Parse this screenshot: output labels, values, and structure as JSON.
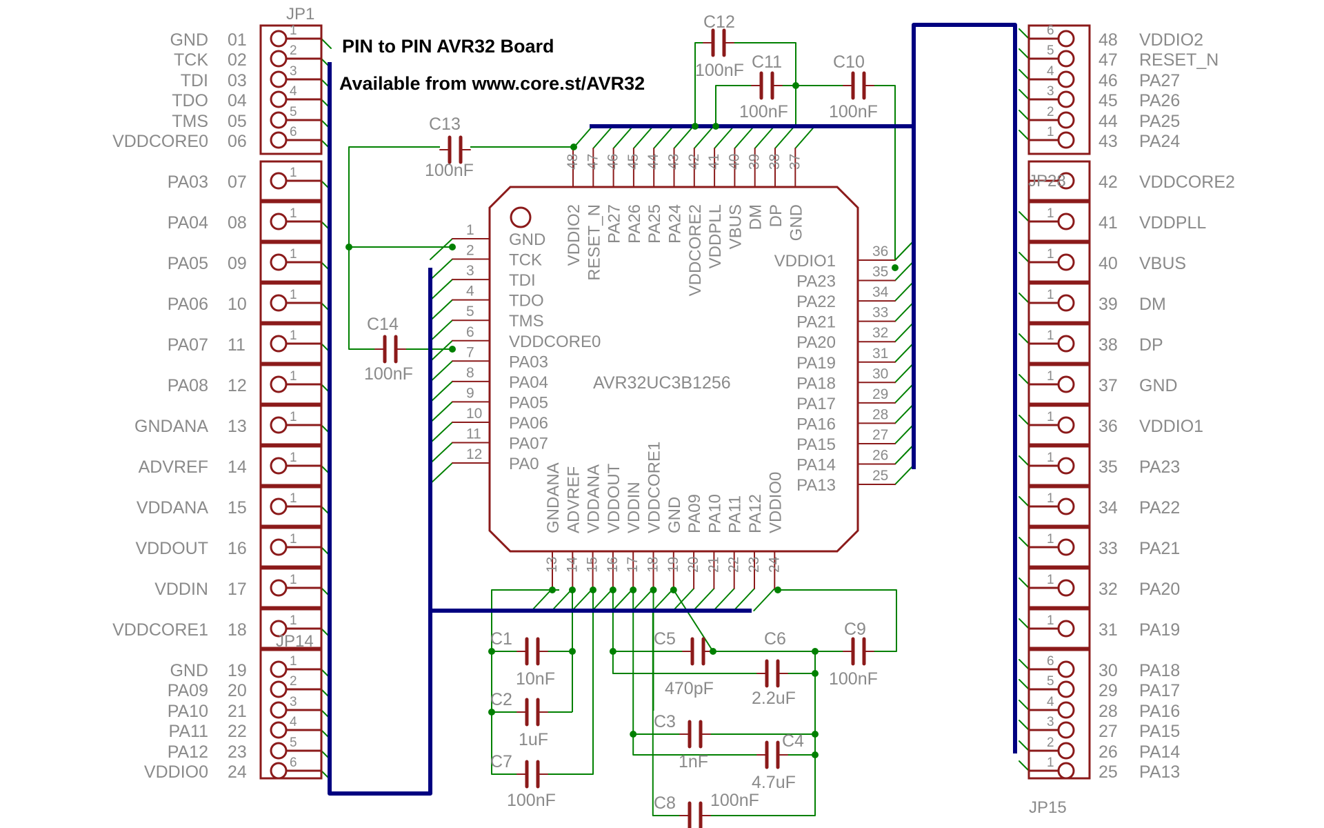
{
  "title": "PIN to PIN AVR32 Board",
  "subtitle": "Available from www.core.st/AVR32",
  "chip": {
    "name": "AVR32UC3B1256",
    "left_pins": [
      "GND",
      "TCK",
      "TDI",
      "TDO",
      "TMS",
      "VDDCORE0",
      "PA03",
      "PA04",
      "PA05",
      "PA06",
      "PA07",
      "PA0"
    ],
    "right_pins": [
      "VDDIO1",
      "PA23",
      "PA22",
      "PA21",
      "PA20",
      "PA19",
      "PA18",
      "PA17",
      "PA16",
      "PA15",
      "PA14",
      "PA13"
    ],
    "bottom_pins": [
      "GNDANA",
      "ADVREF",
      "VDDANA",
      "VDDOUT",
      "VDDIN",
      "VDDCORE1",
      "GND",
      "PA09",
      "PA10",
      "PA11",
      "PA12",
      "VDDIO0"
    ],
    "top_pins": [
      "VDDIO2",
      "RESET_N",
      "PA27",
      "PA26",
      "PA25",
      "PA24",
      "VDDCORE2",
      "VDDPLL",
      "VBUS",
      "DM",
      "DP",
      "GND"
    ],
    "left_nums": [
      "1",
      "2",
      "3",
      "4",
      "5",
      "6",
      "7",
      "8",
      "9",
      "10",
      "11",
      "12"
    ],
    "bottom_nums": [
      "13",
      "14",
      "15",
      "16",
      "17",
      "18",
      "19",
      "20",
      "21",
      "22",
      "23",
      "24"
    ],
    "right_nums": [
      "36",
      "35",
      "34",
      "33",
      "32",
      "31",
      "30",
      "29",
      "28",
      "27",
      "26",
      "25"
    ],
    "top_nums": [
      "48",
      "47",
      "46",
      "45",
      "44",
      "43",
      "42",
      "41",
      "40",
      "39",
      "38",
      "37"
    ]
  },
  "left_header": {
    "names": [
      "GND",
      "TCK",
      "TDI",
      "TDO",
      "TMS",
      "VDDCORE0",
      "PA03",
      "PA04",
      "PA05",
      "PA06",
      "PA07",
      "PA08",
      "GNDANA",
      "ADVREF",
      "VDDANA",
      "VDDOUT",
      "VDDIN",
      "VDDCORE1",
      "GND",
      "PA09",
      "PA10",
      "PA11",
      "PA12",
      "VDDIO0"
    ],
    "numbers": [
      "01",
      "02",
      "03",
      "04",
      "05",
      "06",
      "07",
      "08",
      "09",
      "10",
      "11",
      "12",
      "13",
      "14",
      "15",
      "16",
      "17",
      "18",
      "19",
      "20",
      "21",
      "22",
      "23",
      "24"
    ]
  },
  "right_header": {
    "names": [
      "VDDIO2",
      "RESET_N",
      "PA27",
      "PA26",
      "PA25",
      "PA24",
      "VDDCORE2",
      "VDDPLL",
      "VBUS",
      "DM",
      "DP",
      "GND",
      "VDDIO1",
      "PA23",
      "PA22",
      "PA21",
      "PA20",
      "PA19",
      "PA18",
      "PA17",
      "PA16",
      "PA15",
      "PA14",
      "PA13"
    ],
    "numbers": [
      "48",
      "47",
      "46",
      "45",
      "44",
      "43",
      "42",
      "41",
      "40",
      "39",
      "38",
      "37",
      "36",
      "35",
      "34",
      "33",
      "32",
      "31",
      "30",
      "29",
      "28",
      "27",
      "26",
      "25"
    ]
  },
  "connectors": {
    "jp1": "JP1",
    "jp14": "JP14",
    "jp15": "JP15",
    "jp28": "JP28",
    "six": [
      "1",
      "2",
      "3",
      "4",
      "5",
      "6"
    ],
    "six_rev": [
      "6",
      "5",
      "4",
      "3",
      "2",
      "1"
    ],
    "one": "1"
  },
  "capacitors": {
    "c12": {
      "name": "C12",
      "value": "100nF"
    },
    "c11": {
      "name": "C11",
      "value": "100nF"
    },
    "c10": {
      "name": "C10",
      "value": "100nF"
    },
    "c13": {
      "name": "C13",
      "value": "100nF"
    },
    "c14": {
      "name": "C14",
      "value": "100nF"
    },
    "c1": {
      "name": "C1",
      "value": "10nF"
    },
    "c2": {
      "name": "C2",
      "value": "1uF"
    },
    "c7": {
      "name": "C7",
      "value": "100nF"
    },
    "c5": {
      "name": "C5",
      "value": "470pF"
    },
    "c6": {
      "name": "C6",
      "value": "2.2uF"
    },
    "c9": {
      "name": "C9",
      "value": "100nF"
    },
    "c3": {
      "name": "C3",
      "value": "1nF"
    },
    "c4": {
      "name": "C4",
      "value": "4.7uF"
    },
    "c8": {
      "name": "C8",
      "value": "100nF"
    }
  },
  "colors": {
    "wire": "#008000",
    "bus": "#000080",
    "part": "#8b1a1a",
    "label": "#8a8a8a",
    "dot": "#008000"
  }
}
